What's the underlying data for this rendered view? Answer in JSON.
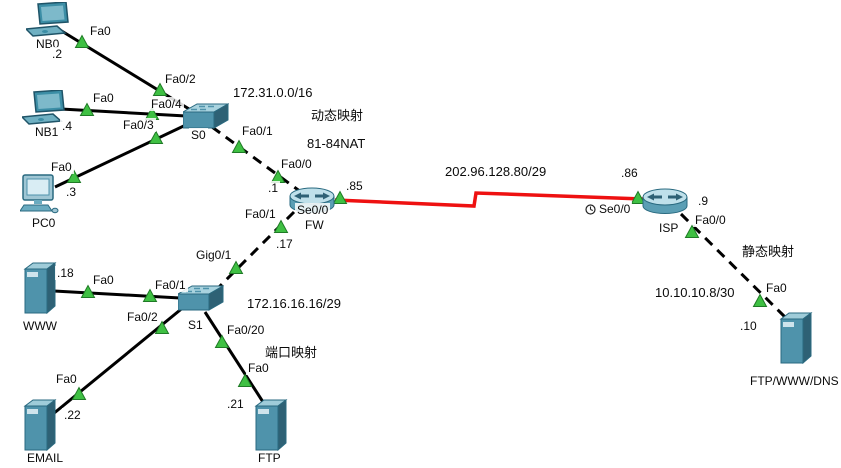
{
  "devices": {
    "nb0": {
      "label": "NB0",
      "type": "laptop"
    },
    "nb1": {
      "label": "NB1",
      "type": "laptop"
    },
    "pc0": {
      "label": "PC0",
      "type": "pc"
    },
    "s0": {
      "label": "S0",
      "type": "switch"
    },
    "s1": {
      "label": "S1",
      "type": "switch"
    },
    "fw": {
      "label": "FW",
      "type": "router"
    },
    "isp": {
      "label": "ISP",
      "type": "router"
    },
    "www": {
      "label": "WWW",
      "type": "server"
    },
    "email": {
      "label": "EMAIL",
      "type": "server"
    },
    "ftp": {
      "label": "FTP",
      "type": "server"
    },
    "inet": {
      "label": "FTP/WWW/DNS",
      "type": "server"
    }
  },
  "ips": {
    "nb0": ".2",
    "nb1": ".4",
    "pc0": ".3",
    "fw_fa00": ".1",
    "fw_se00": ".85",
    "fw_fa01": ".17",
    "isp_se00": ".86",
    "isp_fa00": ".9",
    "www": ".18",
    "email": ".22",
    "ftp": ".21",
    "inet": ".10"
  },
  "ports": {
    "nb0_fa0": "Fa0",
    "nb1_fa0": "Fa0",
    "pc0_fa0": "Fa0",
    "s0_fa02": "Fa0/2",
    "s0_fa04": "Fa0/4",
    "s0_fa03": "Fa0/3",
    "s0_fa01": "Fa0/1",
    "fw_fa00": "Fa0/0",
    "fw_se00": "Se0/0",
    "fw_fa01": "Fa0/1",
    "s1_gig01": "Gig0/1",
    "s1_fa01": "Fa0/1",
    "s1_fa02": "Fa0/2",
    "s1_fa020": "Fa0/20",
    "www_fa0": "Fa0",
    "email_fa0": "Fa0",
    "ftp_fa0": "Fa0",
    "isp_se00": "Se0/0",
    "isp_fa00": "Fa0/0",
    "inet_fa0": "Fa0"
  },
  "networks": {
    "lan": "172.31.0.0/16",
    "wan": "202.96.128.80/29",
    "dmz": "172.16.16.16/29",
    "servernet": "10.10.10.8/30"
  },
  "annotations": {
    "dynamic_mapping": "动态映射",
    "nat_pool": "81-84NAT",
    "static_mapping": "静态映射",
    "port_mapping": "端口映射"
  },
  "colors": {
    "serial_link": "#ee1111",
    "ethernet_link": "#000000",
    "status_up": "#3fc043",
    "device_teal": "#4f93ab"
  }
}
